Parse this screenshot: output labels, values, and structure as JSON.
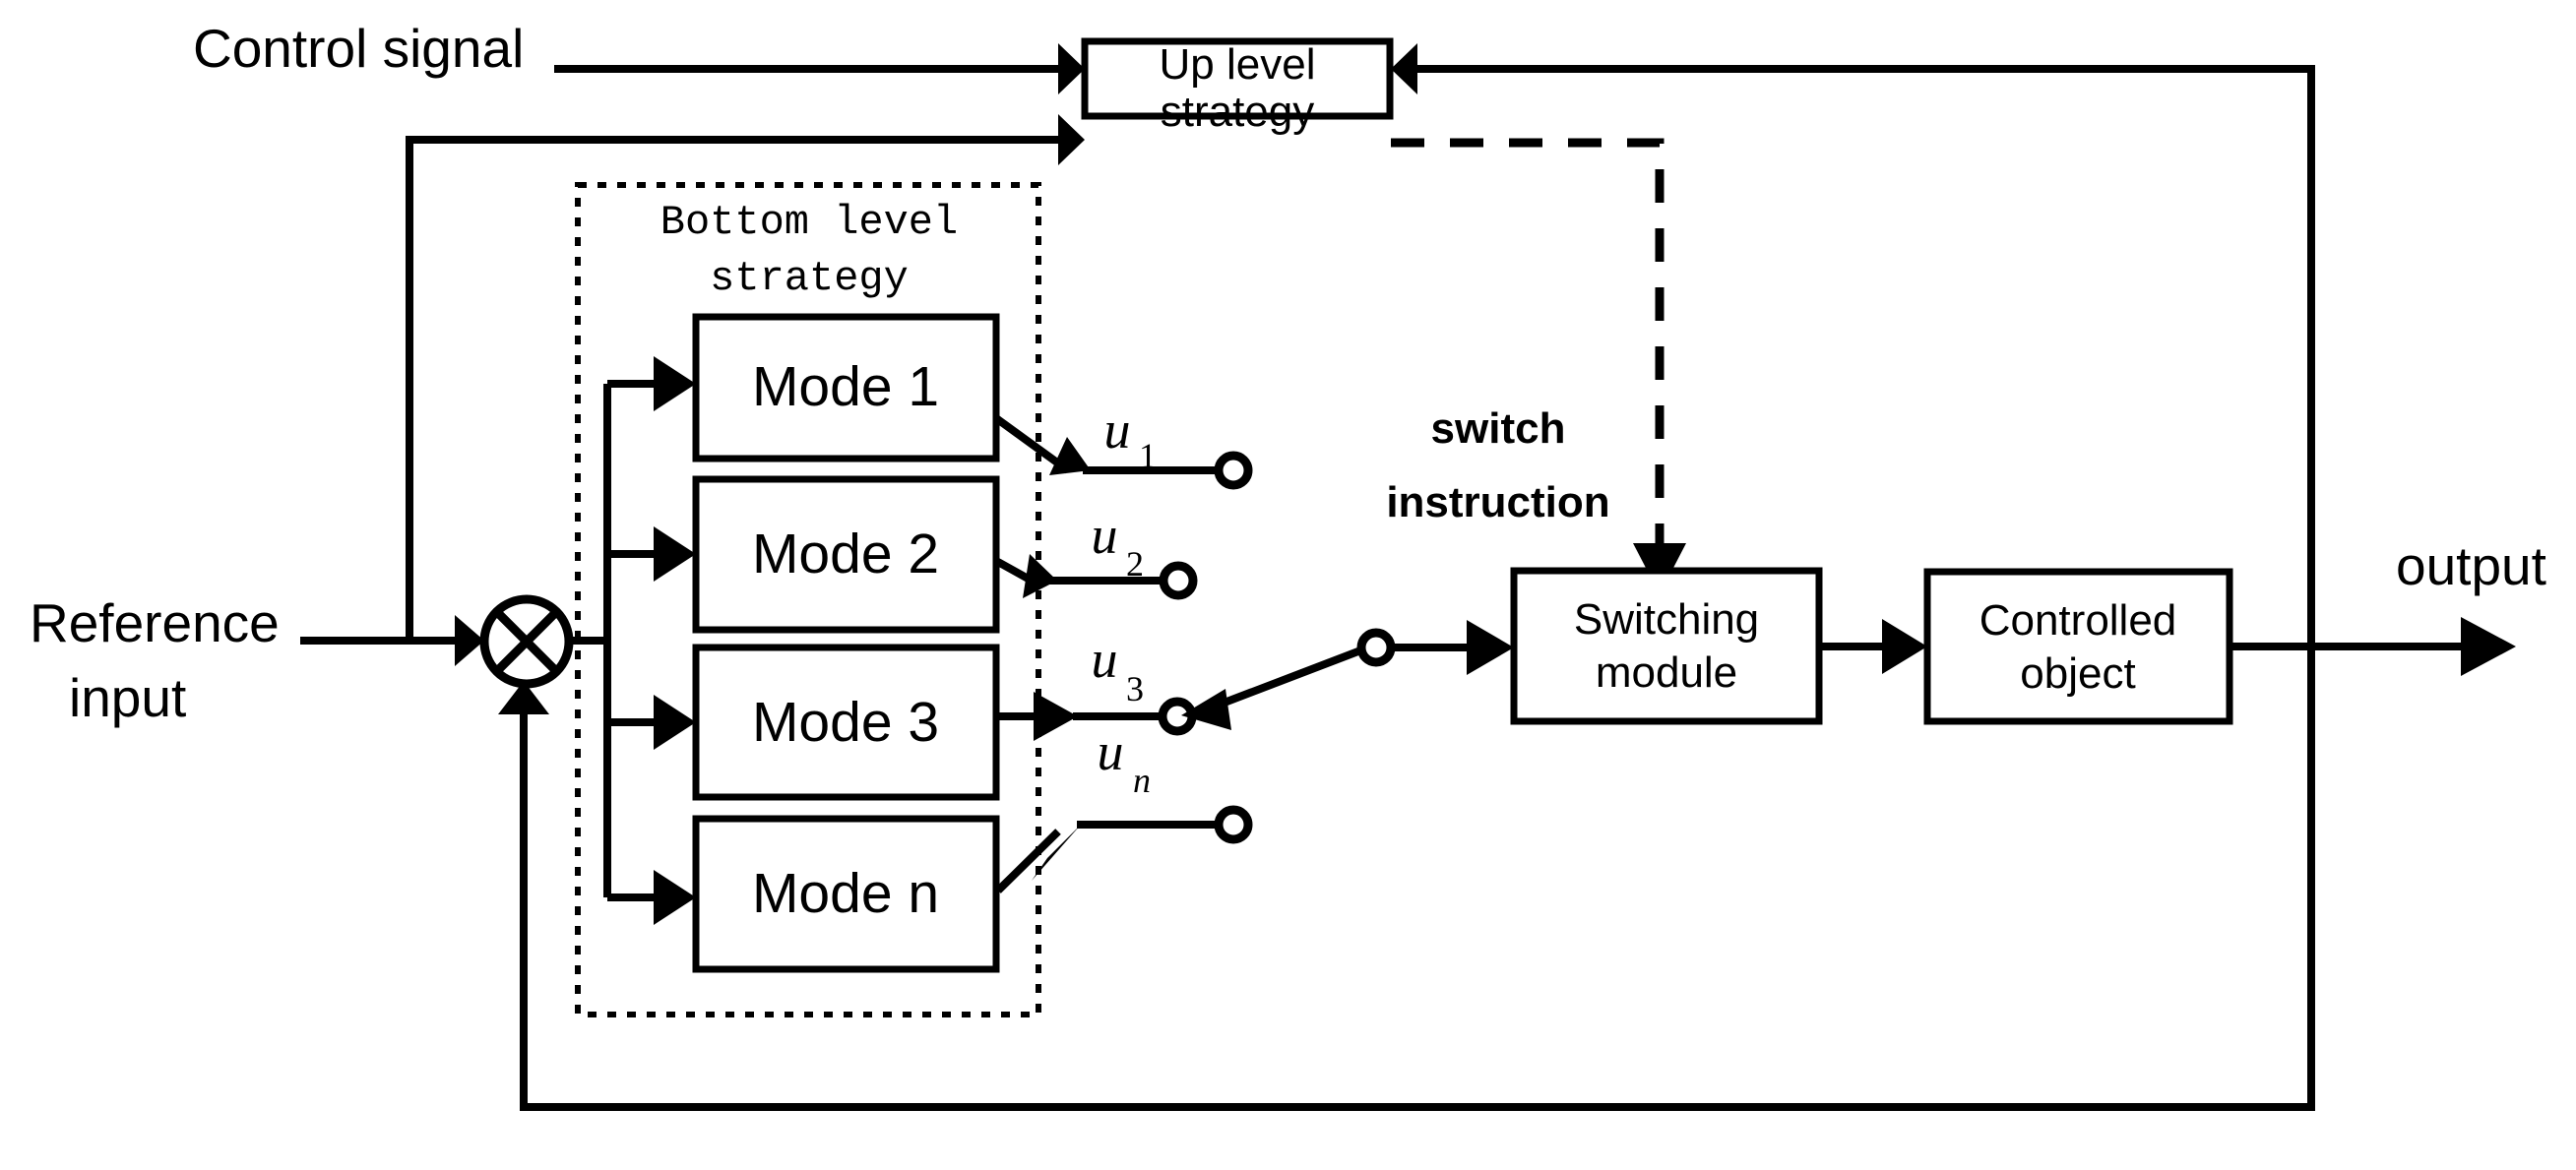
{
  "diagram": {
    "title": "Hierarchical switching control block diagram",
    "colors": {
      "line": "#000000",
      "fill": "#ffffff",
      "background": "#ffffff"
    },
    "blocks": {
      "up_level": {
        "line1": "Up level",
        "line2": "strategy"
      },
      "switching_module": {
        "line1": "Switching",
        "line2": "module"
      },
      "controlled_object": {
        "line1": "Controlled",
        "line2": "object"
      },
      "bottom_level_group": {
        "line1": "Bottom level",
        "line2": "strategy"
      },
      "modes": [
        {
          "label": "Mode 1"
        },
        {
          "label": "Mode 2"
        },
        {
          "label": "Mode 3"
        },
        {
          "label": "Mode n"
        }
      ]
    },
    "labels": {
      "control_signal": "Control signal",
      "reference_input_line1": "Reference",
      "reference_input_line2": "input",
      "output": "output",
      "switch_instruction_line1": "switch",
      "switch_instruction_line2": "instruction"
    },
    "signals": [
      {
        "base": "u",
        "sub": "1",
        "sub_italic": false
      },
      {
        "base": "u",
        "sub": "2",
        "sub_italic": false
      },
      {
        "base": "u",
        "sub": "3",
        "sub_italic": false
      },
      {
        "base": "u",
        "sub": "n",
        "sub_italic": true
      }
    ]
  }
}
